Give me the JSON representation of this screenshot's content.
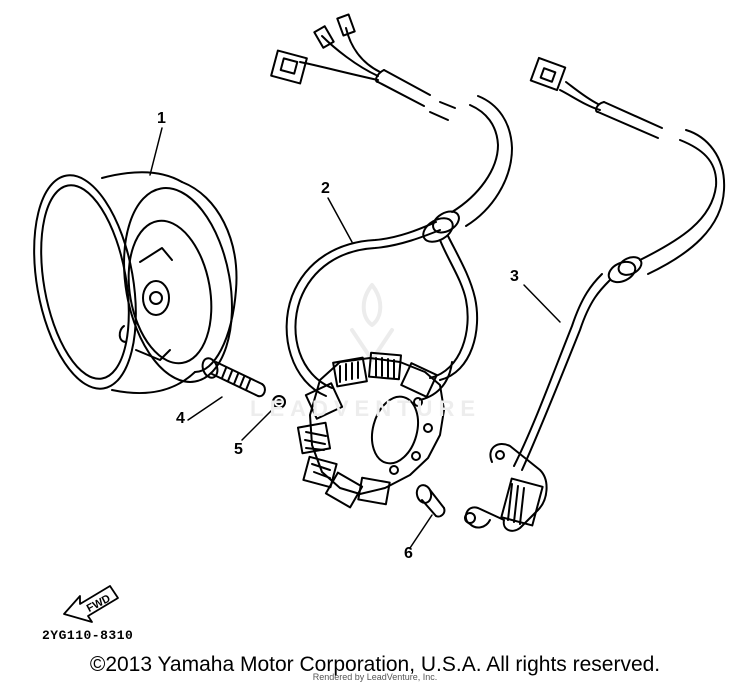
{
  "callouts": {
    "c1": "1",
    "c2": "2",
    "c3": "3",
    "c4": "4",
    "c5": "5",
    "c6": "6"
  },
  "fwd_label": "FWD",
  "part_code": "2YG110-8310",
  "copyright": "©2013 Yamaha Motor Corporation, U.S.A. All rights reserved.",
  "rendered_by": "Rendered by LeadVenture, Inc.",
  "watermark": "LEADVENTURE",
  "colors": {
    "line": "#000000",
    "background": "#ffffff",
    "watermark": "#ededed"
  }
}
